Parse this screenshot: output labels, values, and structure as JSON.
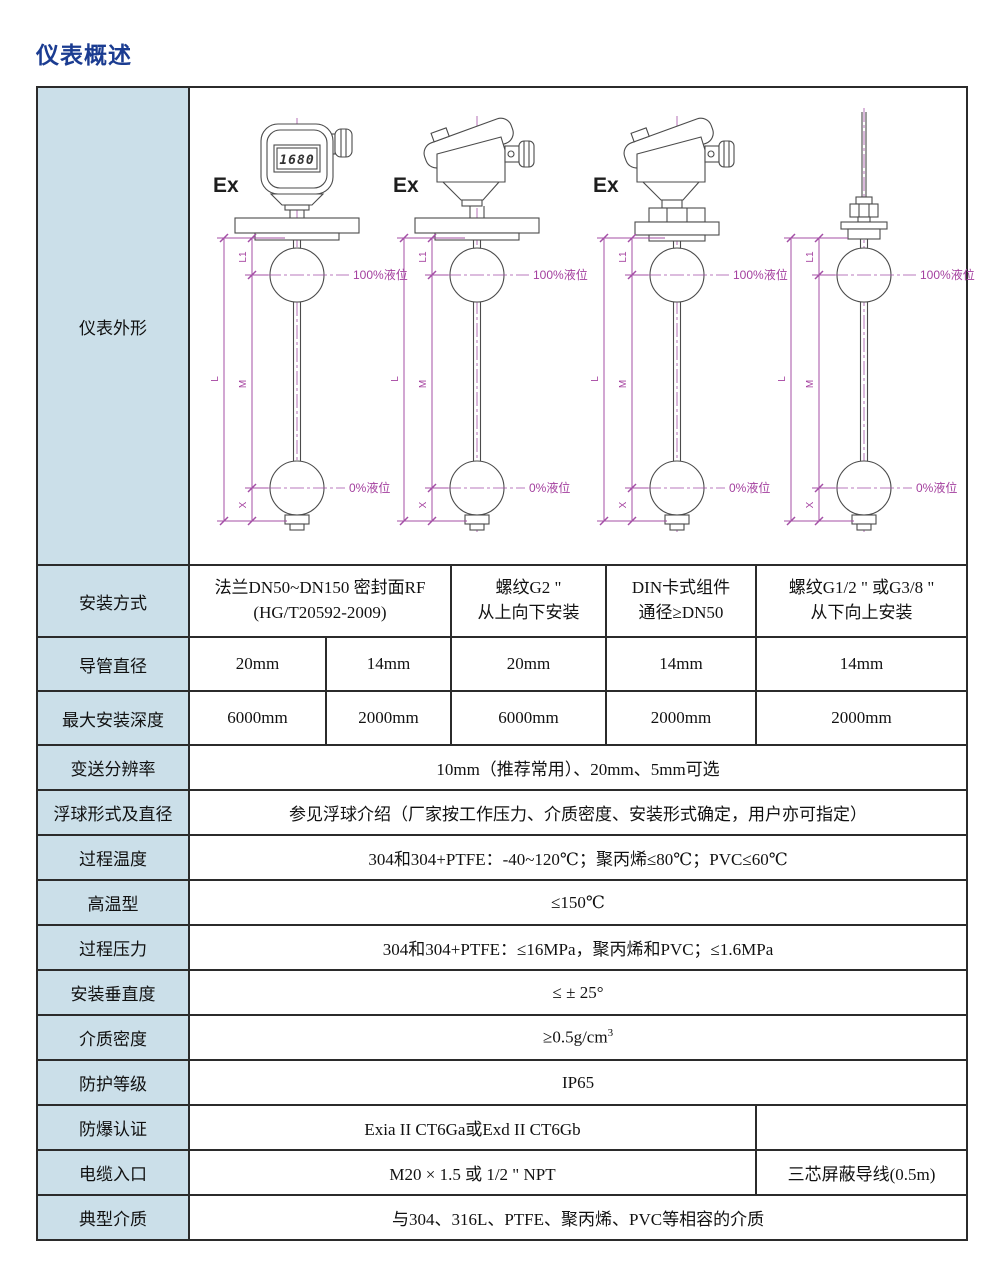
{
  "page": {
    "title": "仪表概述"
  },
  "colors": {
    "accent_blue": "#1b3c91",
    "header_fill": "#cbdfe9",
    "dimension_purple": "#a44fa6"
  },
  "drawings": {
    "shared": {
      "ex": "Ex",
      "dim_l1": "L1",
      "dim_l": "L",
      "dim_m": "M",
      "dim_x": "X",
      "level_100": "100%液位",
      "level_0": "0%液位",
      "lcd_value": "1680"
    },
    "variants": [
      {
        "name": "flange-mount-display-head"
      },
      {
        "name": "flange-mount-angle-head"
      },
      {
        "name": "din-clamp-angle-head"
      },
      {
        "name": "thread-mount-cable-top"
      }
    ]
  },
  "table": {
    "appearance": {
      "label": "仪表外形"
    },
    "install": {
      "label": "安装方式",
      "cells": [
        "法兰DN50~DN150 密封面RF\n(HG/T20592-2009)",
        "螺纹G2 \"\n从上向下安装",
        "DIN卡式组件\n通径≥DN50",
        "螺纹G1/2 \" 或G3/8 \"\n从下向上安装"
      ]
    },
    "tube_diameter": {
      "label": "导管直径",
      "cells": [
        "20mm",
        "14mm",
        "20mm",
        "14mm",
        "14mm"
      ]
    },
    "max_depth": {
      "label": "最大安装深度",
      "cells": [
        "6000mm",
        "2000mm",
        "6000mm",
        "2000mm",
        "2000mm"
      ]
    },
    "resolution": {
      "label": "变送分辨率",
      "value": "10mm（推荐常用）、20mm、5mm可选"
    },
    "float_type": {
      "label": "浮球形式及直径",
      "value": "参见浮球介绍（厂家按工作压力、介质密度、安装形式确定，用户亦可指定）"
    },
    "process_temp": {
      "label": "过程温度",
      "value": "304和304+PTFE：-40~120℃；聚丙烯≤80℃；PVC≤60℃"
    },
    "high_temp": {
      "label": "高温型",
      "value": "≤150℃"
    },
    "process_pressure": {
      "label": "过程压力",
      "value": "304和304+PTFE：≤16MPa，聚丙烯和PVC；≤1.6MPa"
    },
    "verticality": {
      "label": "安装垂直度",
      "value": "≤ ± 25°"
    },
    "density": {
      "label": "介质密度",
      "value_main": "≥0.5g/cm",
      "value_sup": "3"
    },
    "protection": {
      "label": "防护等级",
      "value": "IP65"
    },
    "explosion": {
      "label": "防爆认证",
      "value": "Exia II CT6Ga或Exd II CT6Gb",
      "right_value": ""
    },
    "cable_entry": {
      "label": "电缆入口",
      "value": "M20 × 1.5 或 1/2 \" NPT",
      "right_value": "三芯屏蔽导线(0.5m)"
    },
    "typical_medium": {
      "label": "典型介质",
      "value": "与304、316L、PTFE、聚丙烯、PVC等相容的介质"
    }
  }
}
